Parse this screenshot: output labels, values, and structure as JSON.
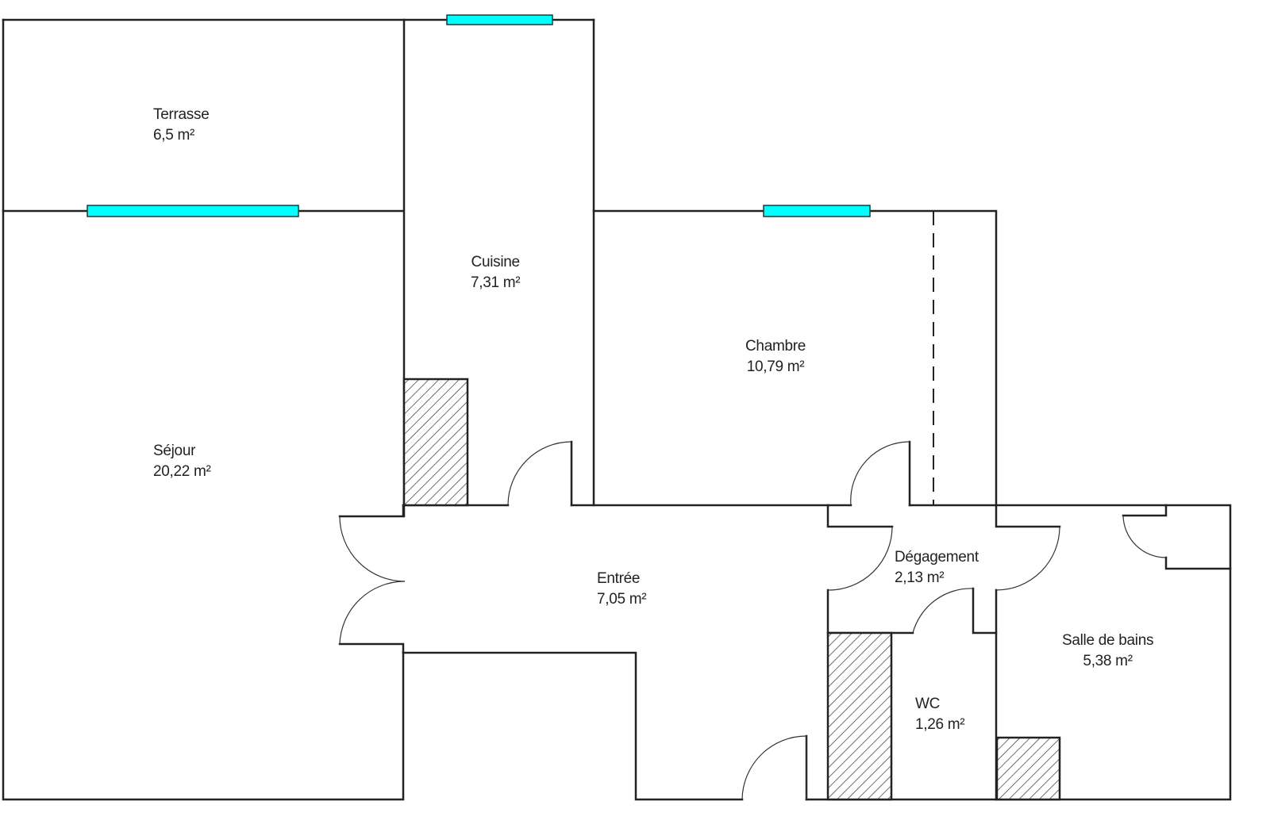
{
  "plan": {
    "type": "floor-plan",
    "colors": {
      "walls": "#222222",
      "windows": "#00ffff",
      "background": "#ffffff"
    },
    "rooms": [
      {
        "id": "terrasse",
        "name": "Terrasse",
        "area": "6,5  m²"
      },
      {
        "id": "cuisine",
        "name": "Cuisine",
        "area": "7,31  m²"
      },
      {
        "id": "chambre",
        "name": "Chambre",
        "area": "10,79  m²"
      },
      {
        "id": "sejour",
        "name": "Séjour",
        "area": "20,22  m²"
      },
      {
        "id": "entree",
        "name": "Entrée",
        "area": "7,05  m²"
      },
      {
        "id": "degagement",
        "name": "Dégagement",
        "area": "2,13  m²"
      },
      {
        "id": "salle-de-bains",
        "name": "Salle de bains",
        "area": "5,38  m²"
      },
      {
        "id": "wc",
        "name": "WC",
        "area": "1,26  m²"
      }
    ],
    "icons": {
      "window": "window-icon",
      "door": "door-swing-icon",
      "duct": "hatched-duct-icon"
    }
  }
}
